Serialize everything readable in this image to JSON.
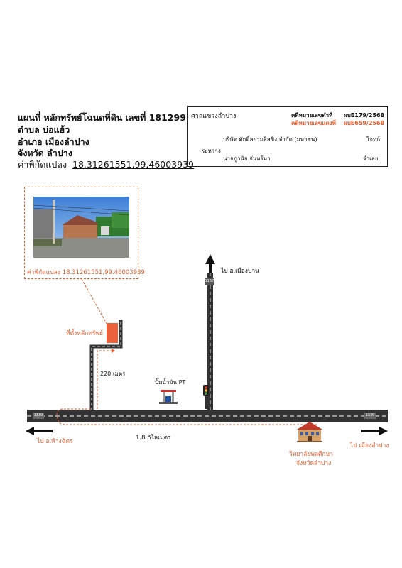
{
  "header": {
    "line1": "แผนที่ หลักทรัพย์โฉนดที่ดิน เลขที่  181299",
    "line2": "ตำบล บ่อแฮ้ว",
    "line3": "อำเภอ เมืองลำปาง",
    "line4": "จังหวัด ลำปาง",
    "coord_label": "ค่าพิกัดแปลง",
    "coord_value": "18.31261551,99.46003939"
  },
  "court": {
    "court_name": "ศาลแขวงลำปาง",
    "black_case_label": "คดีหมายเลขดำที่",
    "black_case_value": "ผบE179/2568",
    "red_case_label": "คดีหมายเลขแดงที่",
    "red_case_value": "ผบE659/2568",
    "between_label": "ระหว่าง",
    "plaintiff": "บริษัท ศักดิ์สยามลิสซิ่ง จำกัด (มหาชน)",
    "plaintiff_role": "โจทก์",
    "defendant": "นายภูวนัย จันทร์มา",
    "defendant_role": "จำเลย"
  },
  "map": {
    "photo_coord": "ค่าพิกัดแปลง 18.31261551,99.46003939",
    "property_label": "ที่ตั้งหลักทรัพย์",
    "distance_short": "220 เมตร",
    "distance_long": "1.8 กิโลเมตร",
    "gas_station": "ปั๊มน้ำมัน PT",
    "to_north": "ไป อ.เมืองปาน",
    "to_west": "ไป อ.ห้างฉัตร",
    "to_east": "ไป เมืองลำปาง",
    "college_line1": "วิทยาลัยพลศึกษา",
    "college_line2": "จังหวัดลำปาง",
    "road_sign_north": "1157",
    "road_sign_west": "1339",
    "road_sign_east": "1339",
    "accent_color": "#e25b2d",
    "road_color": "#333333"
  }
}
